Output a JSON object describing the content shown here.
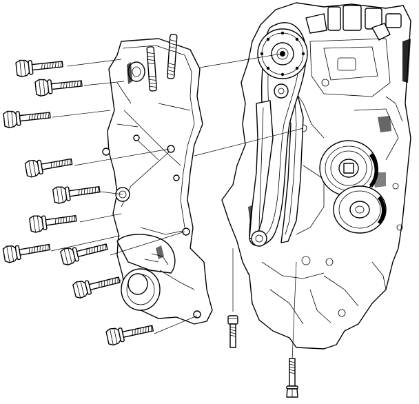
{
  "diagram": {
    "components": [
      {
        "name": "timing-chain-cover"
      },
      {
        "name": "engine-block"
      },
      {
        "name": "camshaft-sprocket"
      },
      {
        "name": "timing-chain"
      },
      {
        "name": "chain-guide"
      },
      {
        "name": "chain-tensioner"
      },
      {
        "name": "crankshaft-pulley"
      },
      {
        "name": "idler-pulley"
      }
    ],
    "bolt_count": 12,
    "colors": {
      "ink": "#000000",
      "paper": "#ffffff"
    }
  }
}
